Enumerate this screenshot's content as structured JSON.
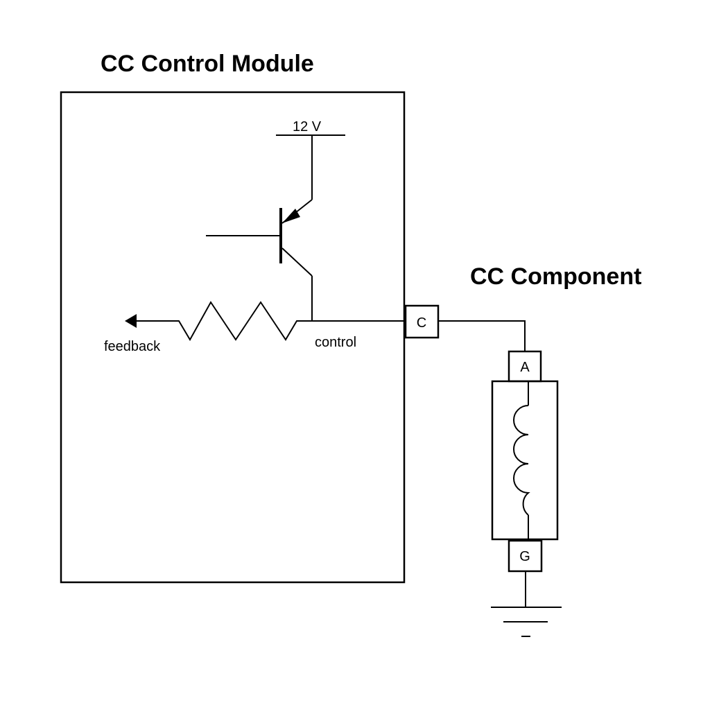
{
  "module_title": "CC Control Module",
  "component_title": "CC Component",
  "supply_label": "12 V",
  "feedback_label": "feedback",
  "control_label": "control",
  "connector_c": "C",
  "connector_a": "A",
  "connector_g": "G",
  "ground_dash": "–"
}
